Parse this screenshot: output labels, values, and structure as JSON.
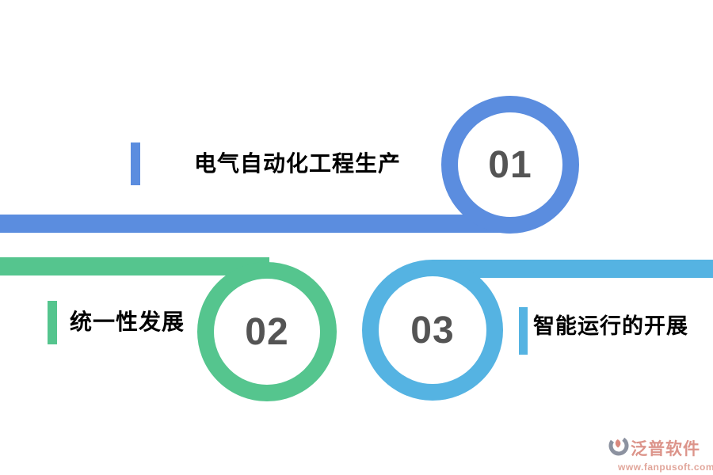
{
  "diagram": {
    "type": "numbered-loop-list",
    "items": [
      {
        "number": "01",
        "label": "电气自动化工程生产",
        "color": "#5B8DDF"
      },
      {
        "number": "02",
        "label": "统一性发展",
        "color": "#55C58E"
      },
      {
        "number": "03",
        "label": "智能运行的开展",
        "color": "#55B3E2"
      }
    ]
  },
  "colors": {
    "item1_blue": "#5B8DDF",
    "item2_green": "#55C58E",
    "item3_skyblue": "#55B3E2",
    "number_text": "#545454",
    "label_text": "#000000",
    "background": "#FFFFFF",
    "watermark_salmon": "#D9897E",
    "watermark_logo_gray": "#8C92A0"
  },
  "watermark": {
    "brand": "泛普软件",
    "url": "www.fanpusoft.com",
    "logo_icon": "fanpu-logo-icon"
  }
}
